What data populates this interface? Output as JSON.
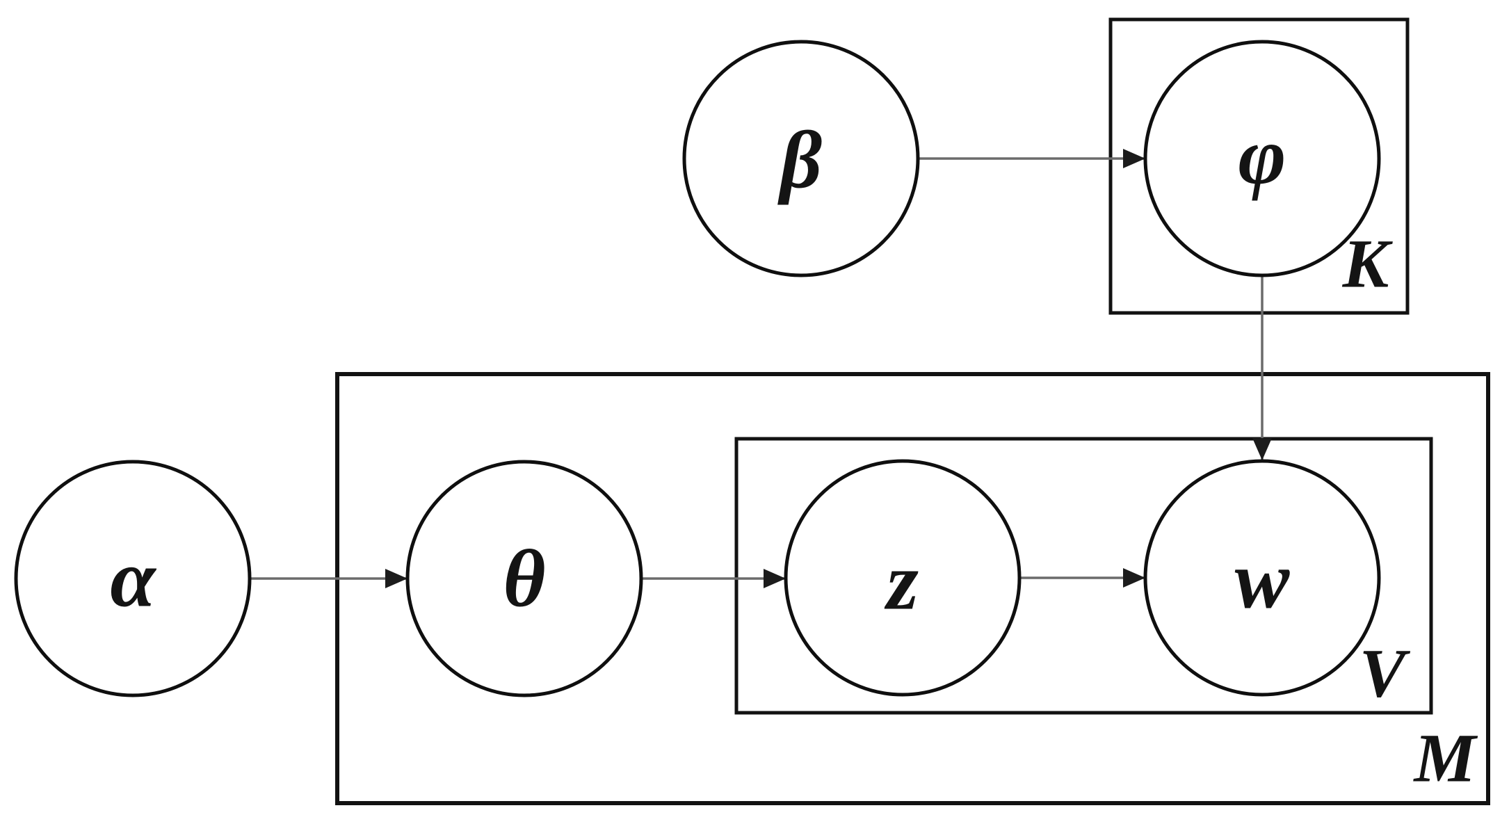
{
  "diagram": {
    "type": "plate-notation-graphical-model",
    "background_color": "#ffffff",
    "node_stroke_color": "#0f0f0f",
    "plate_stroke_color": "#121212",
    "arrow_line_color": "#6b6b6b",
    "arrowhead_color": "#1c1c1c",
    "label_color": "#141414",
    "nodes": [
      {
        "id": "alpha",
        "label": "α"
      },
      {
        "id": "beta",
        "label": "β"
      },
      {
        "id": "theta",
        "label": "θ"
      },
      {
        "id": "phi",
        "label": "φ"
      },
      {
        "id": "z",
        "label": "z"
      },
      {
        "id": "w",
        "label": "w"
      }
    ],
    "plates": [
      {
        "id": "K",
        "label": "K",
        "contains": [
          "phi"
        ]
      },
      {
        "id": "V",
        "label": "V",
        "contains": [
          "z",
          "w"
        ]
      },
      {
        "id": "M",
        "label": "M",
        "contains": [
          "theta",
          "z",
          "w"
        ]
      }
    ],
    "edges": [
      {
        "from": "alpha",
        "to": "theta"
      },
      {
        "from": "beta",
        "to": "phi"
      },
      {
        "from": "theta",
        "to": "z"
      },
      {
        "from": "z",
        "to": "w"
      },
      {
        "from": "phi",
        "to": "w"
      }
    ]
  }
}
